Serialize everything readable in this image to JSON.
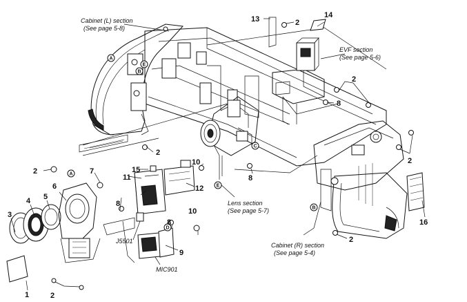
{
  "sections": {
    "cabinet_l": [
      "Cabinet (L) section",
      "(See page 5-8)"
    ],
    "evf": [
      "EVF section",
      "(See page 5-6)"
    ],
    "lens": [
      "Lens section",
      "(See page 5-7)"
    ],
    "cabinet_r": [
      "Cabinet (R) section",
      "(See page 5-4)"
    ]
  },
  "part_numbers": {
    "p1": "1",
    "p2": "2",
    "p3": "3",
    "p4": "4",
    "p5": "5",
    "p6": "6",
    "p7": "7",
    "p8": "8",
    "p9": "9",
    "p10": "10",
    "p11": "11",
    "p12": "12",
    "p13": "13",
    "p14": "14",
    "p15": "15",
    "p16": "16"
  },
  "ref_designators": {
    "j5501": "J5501",
    "mic901": "MIC901"
  },
  "circle_refs": {
    "a": "A",
    "b": "B",
    "c": "C",
    "d": "D",
    "e": "E"
  }
}
